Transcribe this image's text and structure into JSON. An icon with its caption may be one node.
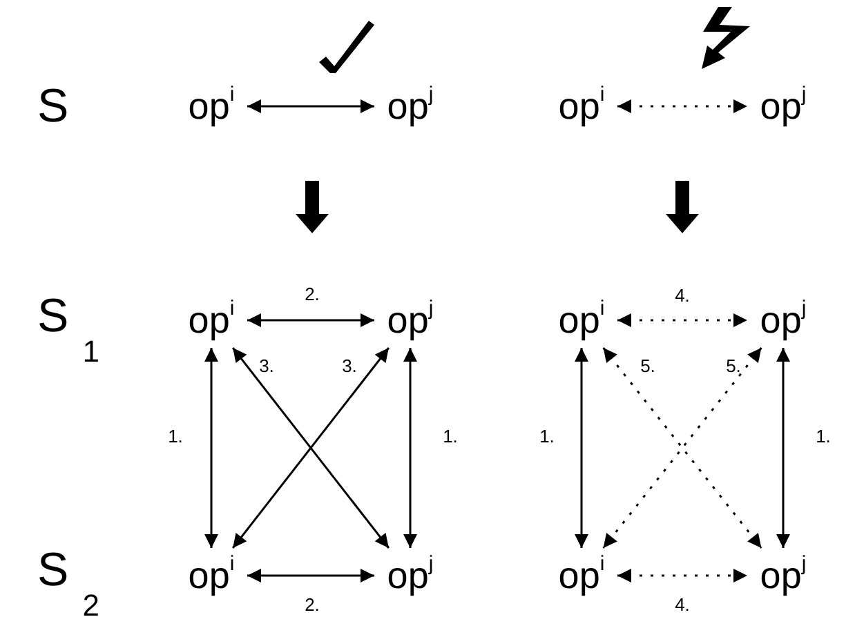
{
  "diagram": {
    "nodes": [
      {
        "text": [
          "op$^{i}$"
        ]
      },
      {
        "text": [
          "op$^{j}$"
        ]
      },
      {
        "text": [
          "op$^{i}$"
        ]
      },
      {
        "text": [
          "op$^{j}$"
        ]
      },
      {
        "text": [
          "op$^{i}$"
        ]
      },
      {
        "text": [
          "op$^{j}$"
        ]
      },
      {
        "text": [
          "op$^{i}$"
        ]
      },
      {
        "text": [
          "op$^{j}$"
        ]
      },
      {
        "text": [
          "op$^{i}$"
        ]
      },
      {
        "text": [
          "op$^{j}$"
        ]
      },
      {
        "text": [
          "op$^{i}$"
        ]
      },
      {
        "text": [
          "op$^{j}$"
        ]
      }
    ],
    "edges": [
      {
        "from": 0,
        "to": 1,
        "arrow": "both"
      },
      {
        "from": 2,
        "to": 3,
        "arrow": "both",
        "style": "dashed"
      },
      {
        "from": 4,
        "to": 5,
        "arrow": "both",
        "label": "2."
      },
      {
        "from": 4,
        "to": 8,
        "arrow": "both",
        "label": "1."
      },
      {
        "from": 4,
        "to": 9,
        "arrow": "both",
        "label": "3."
      },
      {
        "from": 5,
        "to": 8,
        "arrow": "both",
        "label": "3."
      },
      {
        "from": 5,
        "to": 9,
        "arrow": "both",
        "label": "1."
      },
      {
        "from": 6,
        "to": 7,
        "arrow": "both",
        "style": "dashed",
        "label": "4."
      },
      {
        "from": 6,
        "to": 10,
        "arrow": "both",
        "label": "1."
      },
      {
        "from": 6,
        "to": 11,
        "arrow": "both",
        "style": "dashed",
        "label": "5."
      },
      {
        "from": 7,
        "to": 10,
        "arrow": "both",
        "style": "dashed",
        "label": "5."
      },
      {
        "from": 7,
        "to": 11,
        "arrow": "both",
        "label": "1."
      },
      {
        "from": 8,
        "to": 9,
        "arrow": "both",
        "label": "2."
      },
      {
        "from": 10,
        "to": 11,
        "arrow": "both",
        "style": "dashed",
        "label": "4."
      }
    ],
    "labels": [
      "S",
      "S$_{1}$",
      "S$_{2}$"
    ]
  }
}
